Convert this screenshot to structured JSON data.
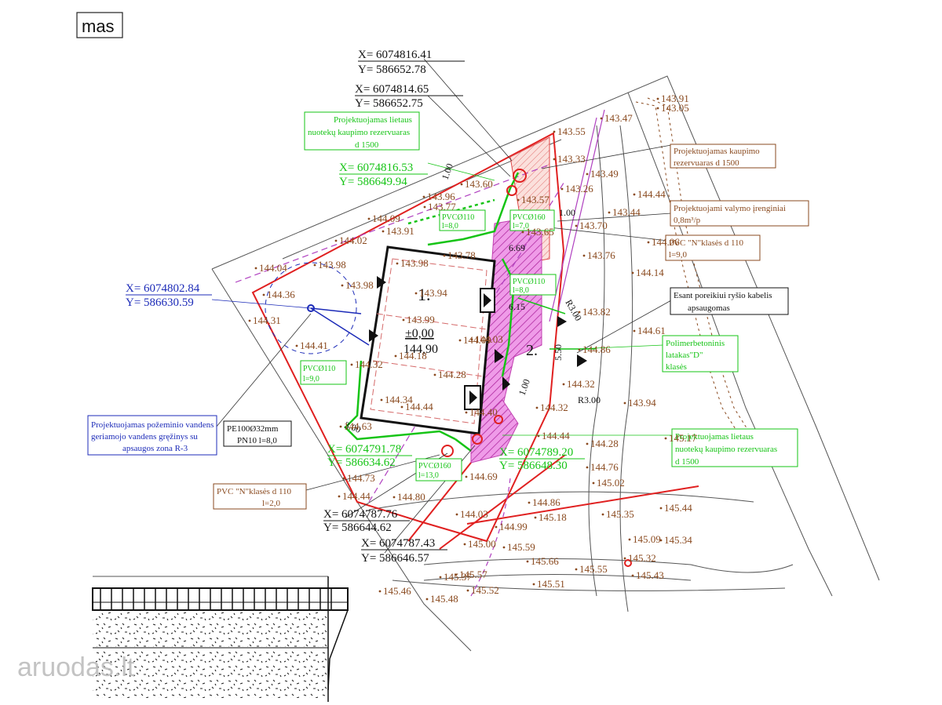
{
  "header": {
    "tab_label": "mas"
  },
  "watermark": "aruodas.lt",
  "building_labels": {
    "b1": "1.",
    "b2": "2.",
    "zero": "±0,00",
    "abs": "144,90"
  },
  "coordinate_blocks": [
    {
      "x": "X= 6074816.41",
      "y": "Y=   586652.78"
    },
    {
      "x": "X= 6074814.65",
      "y": "Y=   586652.75"
    },
    {
      "x": "X= 6074816.53",
      "y": "Y=   586649.94"
    },
    {
      "x": "X= 6074802.84",
      "y": "Y=   586630.59"
    },
    {
      "x": "X= 6074791.78",
      "y": "Y=   586634.62"
    },
    {
      "x": "X= 6074789.20",
      "y": "Y=   586648.30"
    },
    {
      "x": "X= 6074787.76",
      "y": "Y=   586644.62"
    },
    {
      "x": "X= 6074787.43",
      "y": "Y=   586646.57"
    }
  ],
  "notes": {
    "storm_tank_left": [
      "Projektuojamas lietaus",
      "nuotekų kaupimo rezervuaras",
      "d 1500"
    ],
    "collect_tank": [
      "Projektuojamas kaupimo",
      "rezervuaras d 1500"
    ],
    "treatment": [
      "Projektuojami valymo įrenginiai",
      "0,8m³/p"
    ],
    "pvc_right": [
      "PVC \"N\"klasės d 110",
      "l=9,0"
    ],
    "cable": [
      "Esant poreikiui ryšio kabelis",
      "apsaugomas"
    ],
    "gutter": [
      "Polimerbetoninis",
      "latakas\"D\"",
      "klasės"
    ],
    "storm_tank_right": [
      "Projektuojamas lietaus",
      "nuotekų kaupimo rezervuaras",
      "d 1500"
    ],
    "well": [
      "Projektuojamas požeminio vandens",
      "geriamojo vandens gręžinys su",
      "apsaugos zona R-3"
    ],
    "pe": [
      "PE100Ø32mm",
      "PN10  l=8,0"
    ],
    "pvc_left": [
      "PVC \"N\"klasės d 110",
      "l=2,0"
    ]
  },
  "pipe_labels": {
    "p1": [
      "PVCØ110",
      "l=8,0"
    ],
    "p2": [
      "PVCØ160",
      "l=7,0"
    ],
    "p3": [
      "PVCØ110",
      "l=8,0"
    ],
    "p4": [
      "PVCØ110",
      "l=9,0"
    ],
    "p5": [
      "PVCØ160",
      "l=13,0"
    ]
  },
  "dims": {
    "d1": "6.69",
    "d2": "6.15",
    "d3": "1.00",
    "d4": "R3.00",
    "d5": "R3.00",
    "d6": "5.50",
    "d7": "3.00",
    "d8": "1.00",
    "d9": "1.00"
  },
  "elevations": [
    {
      "v": "143.91"
    },
    {
      "v": "143.05"
    },
    {
      "v": "143.47"
    },
    {
      "v": "143.55"
    },
    {
      "v": "143.33"
    },
    {
      "v": "143.49"
    },
    {
      "v": "143.26"
    },
    {
      "v": "144.44"
    },
    {
      "v": "143.44"
    },
    {
      "v": "143.70"
    },
    {
      "v": "144.06"
    },
    {
      "v": "143.76"
    },
    {
      "v": "144.14"
    },
    {
      "v": "143.82"
    },
    {
      "v": "144.61"
    },
    {
      "v": "144.86"
    },
    {
      "v": "144.32"
    },
    {
      "v": "143.94"
    },
    {
      "v": "144.32"
    },
    {
      "v": "144.28"
    },
    {
      "v": "145.17"
    },
    {
      "v": "144.44"
    },
    {
      "v": "144.76"
    },
    {
      "v": "145.02"
    },
    {
      "v": "145.44"
    },
    {
      "v": "145.35"
    },
    {
      "v": "145.09"
    },
    {
      "v": "145.34"
    },
    {
      "v": "145.32"
    },
    {
      "v": "145.43"
    },
    {
      "v": "145.55"
    },
    {
      "v": "145.66"
    },
    {
      "v": "145.51"
    },
    {
      "v": "145.52"
    },
    {
      "v": "145.57"
    },
    {
      "v": "145.46"
    },
    {
      "v": "145.48"
    },
    {
      "v": "145.00"
    },
    {
      "v": "144.99"
    },
    {
      "v": "144.86"
    },
    {
      "v": "145.18"
    },
    {
      "v": "144.69"
    },
    {
      "v": "144.03"
    },
    {
      "v": "144.80"
    },
    {
      "v": "144.44"
    },
    {
      "v": "144.73"
    },
    {
      "v": "144.63"
    },
    {
      "v": "144.34"
    },
    {
      "v": "144.28"
    },
    {
      "v": "144.18"
    },
    {
      "v": "143.99"
    },
    {
      "v": "143.94"
    },
    {
      "v": "143.98"
    },
    {
      "v": "143.98"
    },
    {
      "v": "143.98"
    },
    {
      "v": "144.04"
    },
    {
      "v": "144.36"
    },
    {
      "v": "144.31"
    },
    {
      "v": "144.41"
    },
    {
      "v": "144.32"
    },
    {
      "v": "144.09"
    },
    {
      "v": "143.91"
    },
    {
      "v": "143.96"
    },
    {
      "v": "143.77"
    },
    {
      "v": "143.60"
    },
    {
      "v": "143.57"
    },
    {
      "v": "143.65"
    },
    {
      "v": "143.78"
    },
    {
      "v": "144.03"
    },
    {
      "v": "144.09"
    },
    {
      "v": "144.40"
    },
    {
      "v": "144.02"
    },
    {
      "v": "144.44"
    },
    {
      "v": "145.37"
    },
    {
      "v": "145.59"
    }
  ]
}
